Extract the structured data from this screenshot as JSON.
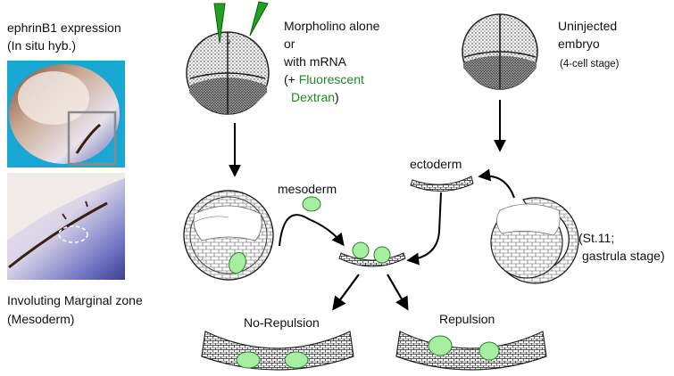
{
  "expression": {
    "title_line1": "ephrinB1 expression",
    "title_line2": "(In situ hyb.)",
    "caption_line1": "Involuting Marginal zone",
    "caption_line2": "(Mesoderm)"
  },
  "injected": {
    "line1": "Morpholino alone",
    "line2": "or",
    "line3": "with mRNA",
    "line4_prefix": "(+ ",
    "line4_tracer": "Fluorescent",
    "line5_tracer": "Dextran",
    "line5_suffix": ")"
  },
  "uninjected": {
    "line1": "Uninjected",
    "line2": "embryo",
    "stage": "(4-cell stage)"
  },
  "tissues": {
    "mesoderm": "mesoderm",
    "ectoderm": "ectoderm"
  },
  "gastrula": {
    "line1": "(St.11;",
    "line2": "gastrula stage)"
  },
  "outcomes": {
    "left": "No-Repulsion",
    "right": "Repulsion"
  },
  "colors": {
    "fluorescent_cell": "#a6eea0",
    "tracer_text": "#1f8a1f",
    "photo_background": "#1aa7d4"
  }
}
